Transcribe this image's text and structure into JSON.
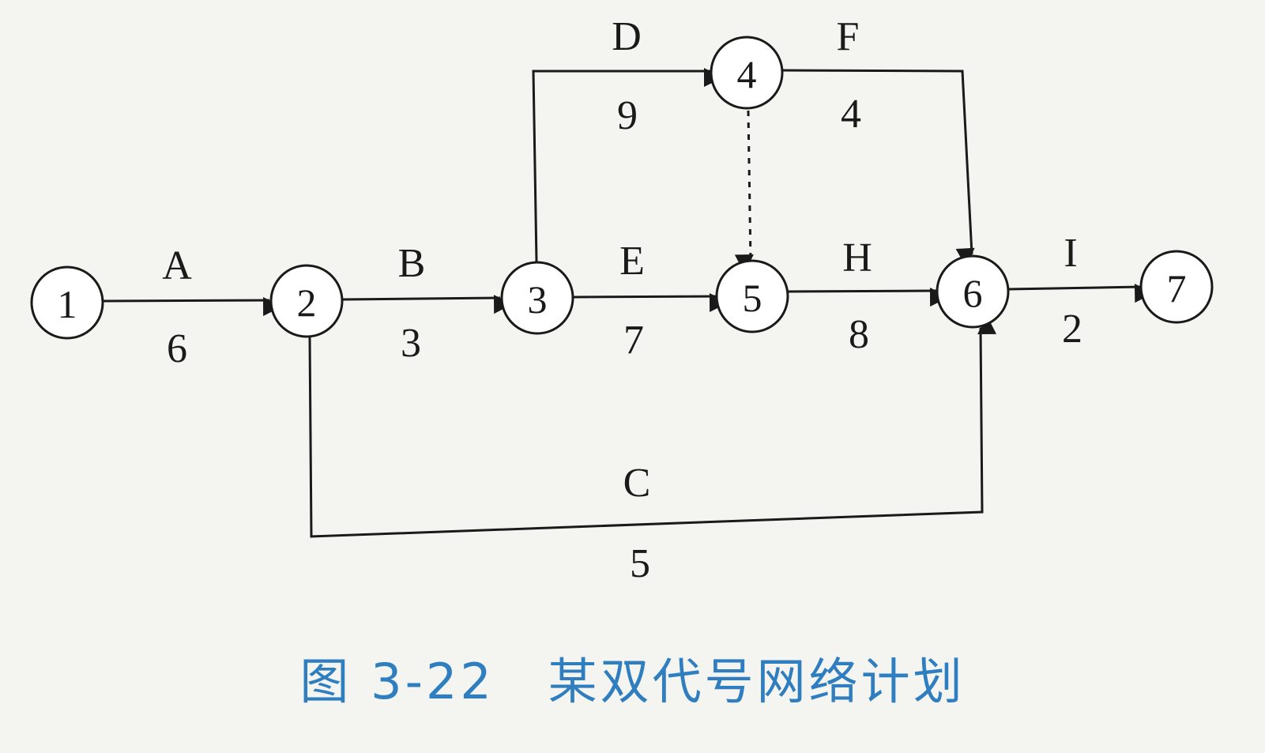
{
  "diagram": {
    "nodes": [
      "1",
      "2",
      "3",
      "4",
      "5",
      "6",
      "7"
    ],
    "activities": [
      {
        "from": "1",
        "to": "2",
        "name": "A",
        "duration": "6"
      },
      {
        "from": "2",
        "to": "3",
        "name": "B",
        "duration": "3"
      },
      {
        "from": "2",
        "to": "6",
        "name": "C",
        "duration": "5"
      },
      {
        "from": "3",
        "to": "4",
        "name": "D",
        "duration": "9"
      },
      {
        "from": "3",
        "to": "5",
        "name": "E",
        "duration": "7"
      },
      {
        "from": "4",
        "to": "6",
        "name": "F",
        "duration": "4"
      },
      {
        "from": "5",
        "to": "6",
        "name": "H",
        "duration": "8"
      },
      {
        "from": "6",
        "to": "7",
        "name": "I",
        "duration": "2"
      }
    ],
    "dummy_activities": [
      {
        "from": "4",
        "to": "5"
      }
    ]
  },
  "caption": {
    "figure_number": "图 3-22",
    "title": "某双代号网络计划"
  },
  "colors": {
    "ink": "#1a1a1a",
    "caption": "#2f7fc0",
    "background": "#f4f4f1"
  }
}
